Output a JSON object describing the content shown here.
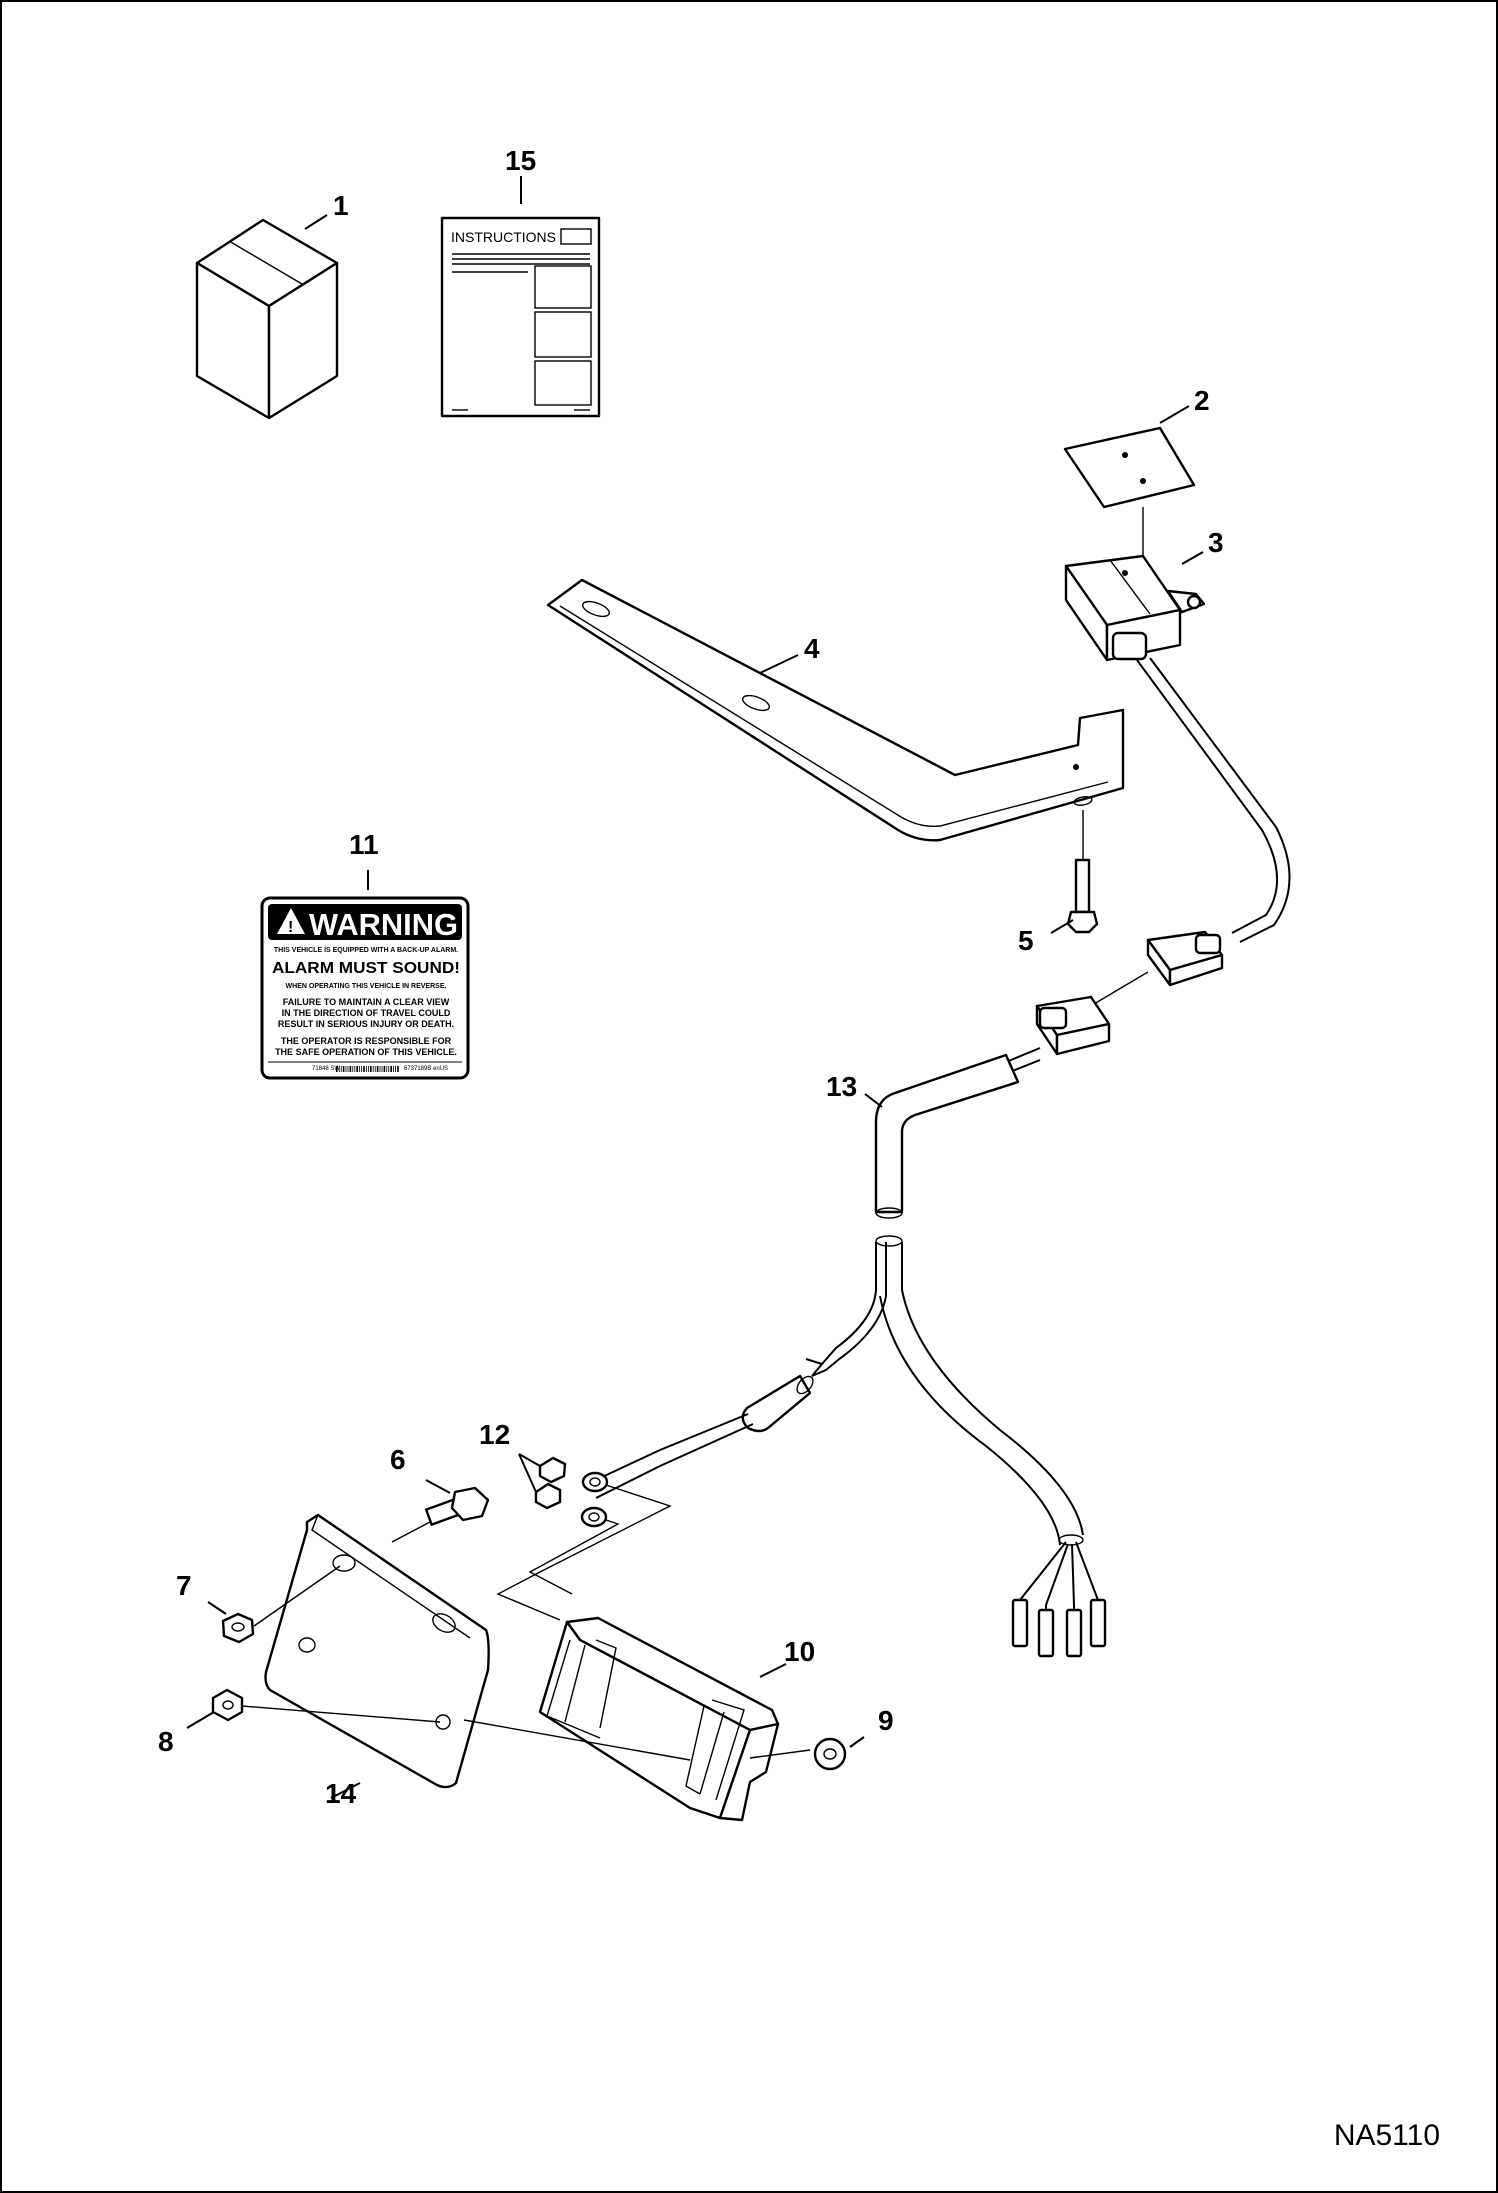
{
  "callouts": {
    "c1": "1",
    "c2": "2",
    "c3": "3",
    "c4": "4",
    "c5": "5",
    "c6": "6",
    "c7": "7",
    "c8": "8",
    "c9": "9",
    "c10": "10",
    "c11": "11",
    "c12": "12",
    "c13": "13",
    "c14": "14",
    "c15": "15"
  },
  "instructions": {
    "title": "INSTRUCTIONS"
  },
  "warning_decal": {
    "heading": "WARNING",
    "line1": "THIS VEHICLE IS EQUIPPED WITH A BACK-UP ALARM.",
    "line2": "ALARM MUST SOUND!",
    "line3": "WHEN OPERATING THIS VEHICLE IN REVERSE.",
    "line4": "FAILURE TO MAINTAIN A CLEAR VIEW",
    "line5": "IN THE DIRECTION OF TRAVEL COULD",
    "line6": "RESULT IN SERIOUS INJURY OR DEATH.",
    "line7": "THE OPERATOR IS RESPONSIBLE FOR",
    "line8": "THE SAFE OPERATION OF THIS VEHICLE.",
    "footer_left": "71848 SW",
    "footer_right": "6737189B enUS"
  },
  "figure_ref": "NA5110"
}
